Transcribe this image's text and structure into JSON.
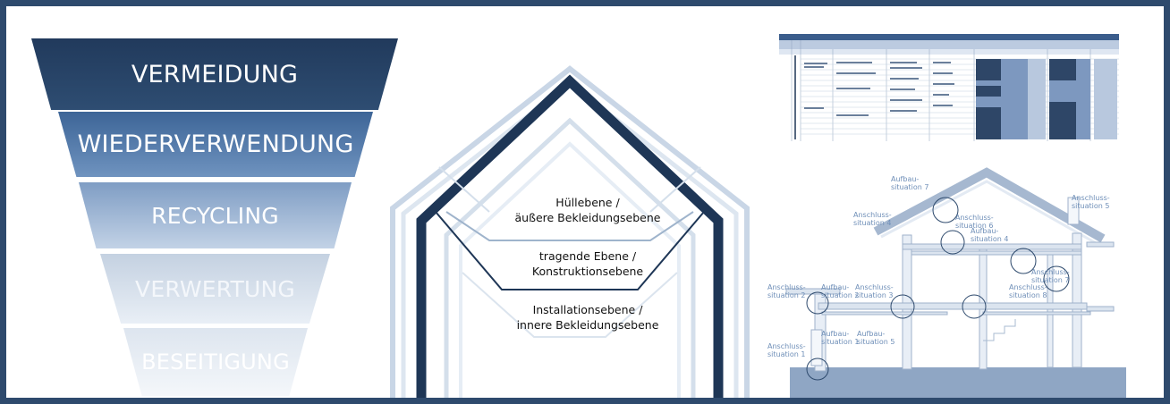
{
  "funnel": {
    "layers": [
      {
        "label": "VERMEIDUNG"
      },
      {
        "label": "WIEDERVERWENDUNG"
      },
      {
        "label": "RECYCLING"
      },
      {
        "label": "VERWERTUNG"
      },
      {
        "label": "BESEITIGUNG"
      }
    ]
  },
  "house": {
    "labels": [
      {
        "line1": "Hüllebene /",
        "line2": "äußere Bekleidungsebene"
      },
      {
        "line1": "tragende Ebene /",
        "line2": "Konstruktionsebene"
      },
      {
        "line1": "Installationsebene /",
        "line2": "innere Bekleidungsebene"
      }
    ]
  },
  "section": {
    "labels": {
      "aufbau7": "Aufbau-\nsituation 7",
      "anschluss5": "Anschluss-\nsituation 5",
      "anschluss4": "Anschluss-\nsituation 4",
      "anschluss6": "Anschluss-\nsituation 6",
      "aufbau4": "Aufbau-\nsituation 4",
      "anschluss7": "Anschluss-\nsituation 7",
      "anschluss2": "Anschluss-\nsituation 2",
      "aufbau2": "Aufbau-\nsituation 2",
      "anschluss3": "Anschluss-\nsituation 3",
      "anschluss8": "Anschluss-\nsituation 8",
      "aufbau1": "Aufbau-\nsituation 1",
      "aufbau5": "Aufbau-\nsituation 5",
      "anschluss1": "Anschluss-\nsituation 1"
    }
  }
}
